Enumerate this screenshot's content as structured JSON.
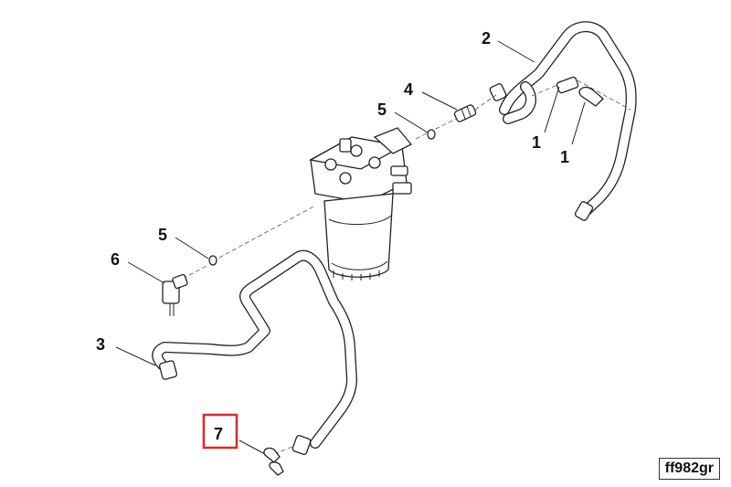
{
  "callouts": {
    "c1a": "1",
    "c1b": "1",
    "c2": "2",
    "c3": "3",
    "c4": "4",
    "c5a": "5",
    "c5b": "5",
    "c6": "6",
    "c7": "7"
  },
  "highlighted_callout": "7",
  "highlight_color": "#e0262b",
  "figure_ref": "ff982gr"
}
